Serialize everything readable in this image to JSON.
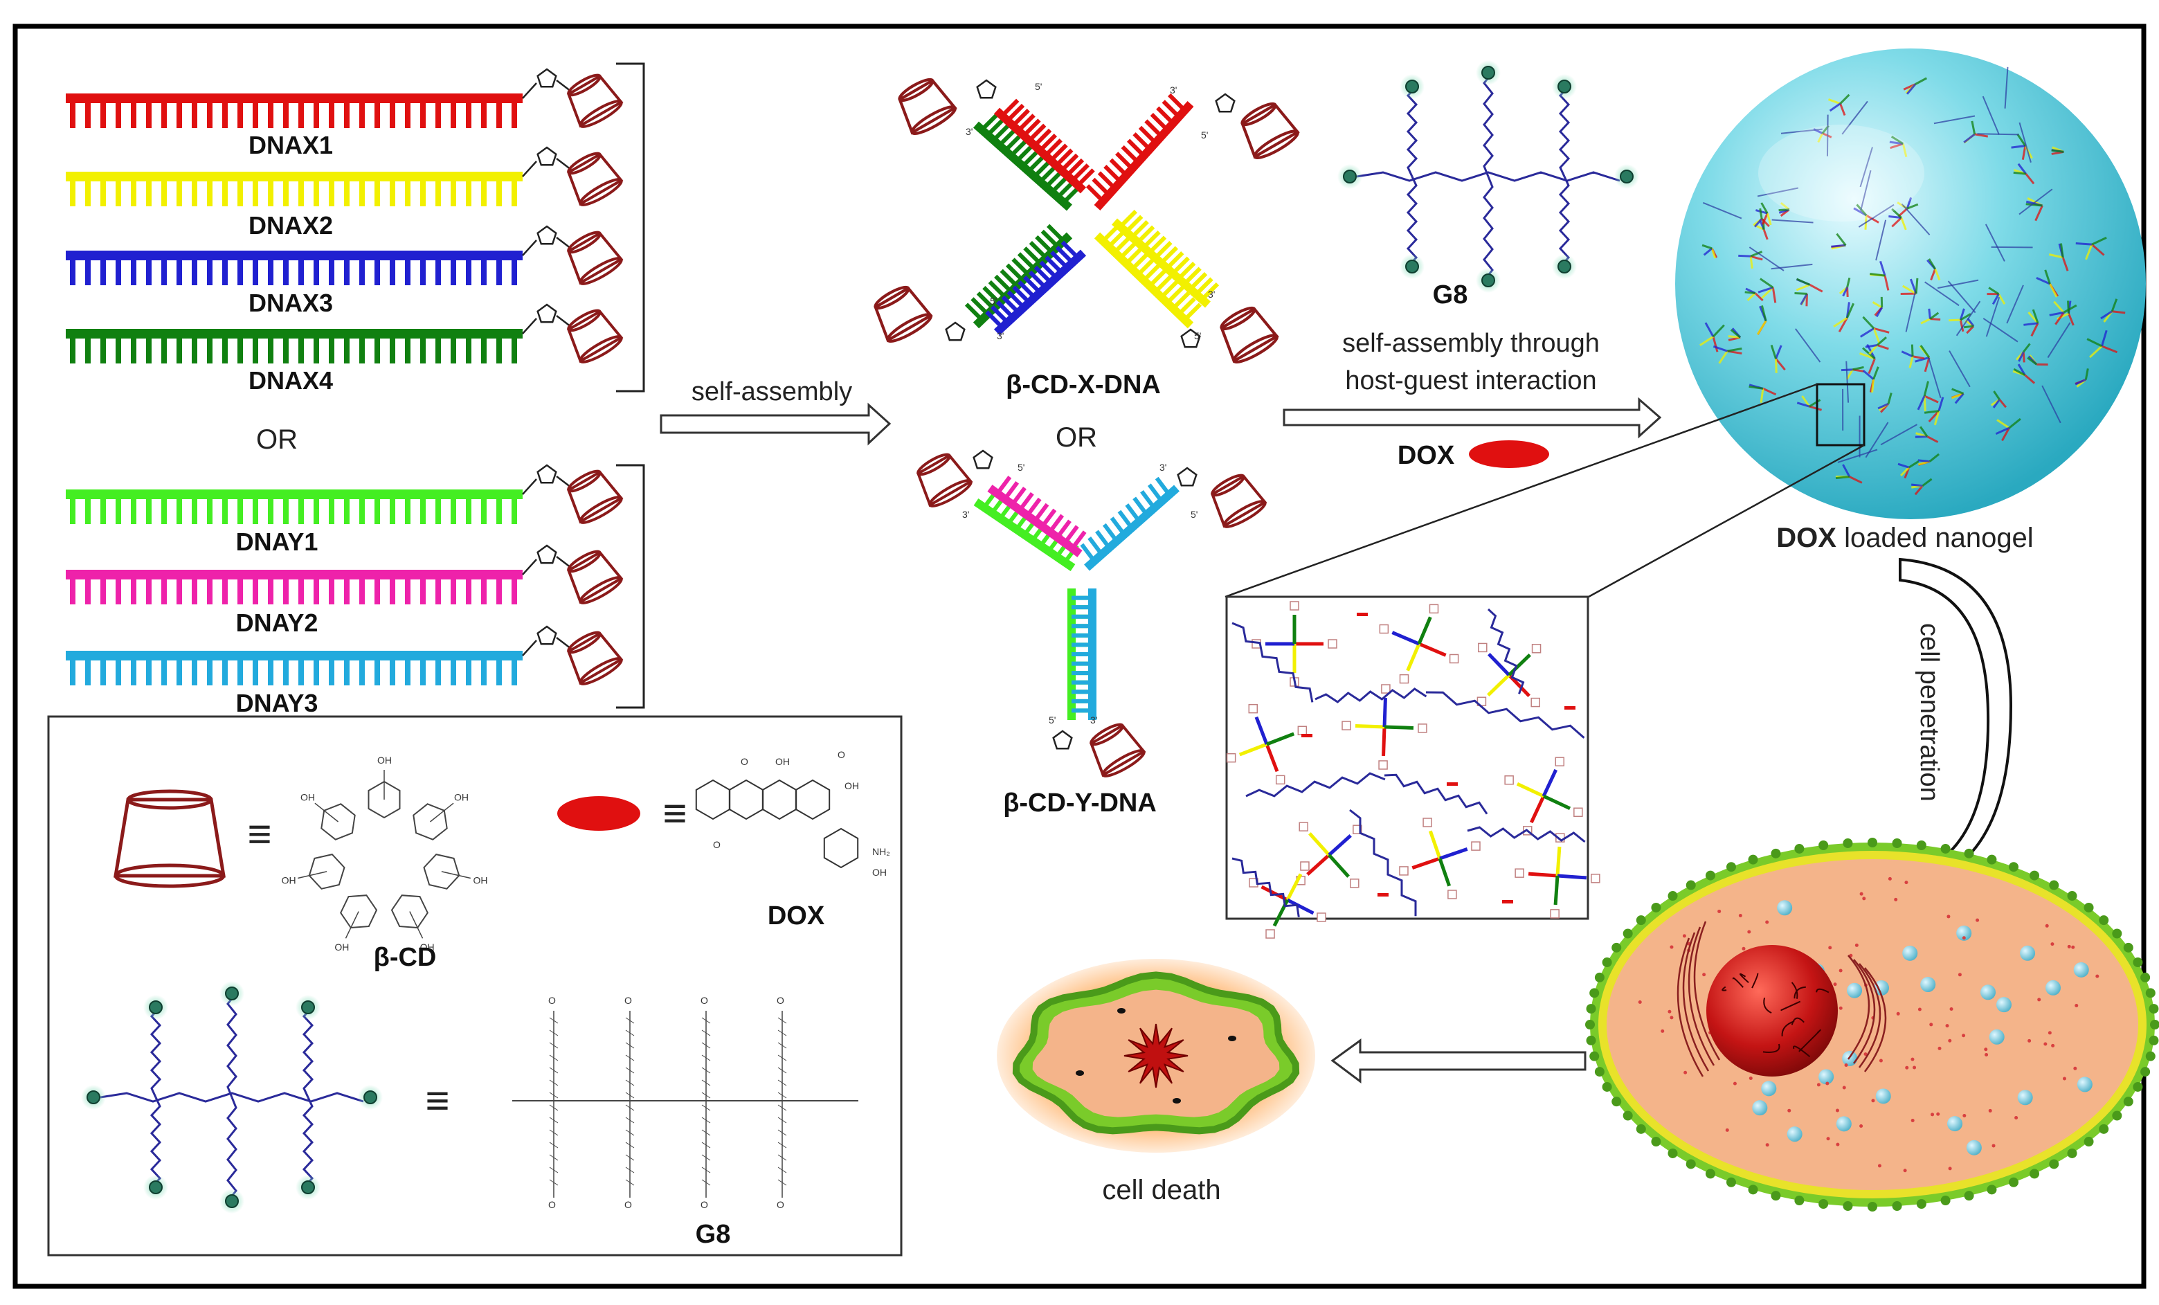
{
  "strands_x": [
    {
      "label": "DNAX1",
      "color": "#e01010"
    },
    {
      "label": "DNAX2",
      "color": "#f2f000"
    },
    {
      "label": "DNAX3",
      "color": "#2020d0"
    },
    {
      "label": "DNAX4",
      "color": "#108010"
    }
  ],
  "or_left": "OR",
  "strands_y": [
    {
      "label": "DNAY1",
      "color": "#44ee22"
    },
    {
      "label": "DNAY2",
      "color": "#ee22aa"
    },
    {
      "label": "DNAY3",
      "color": "#22aadd"
    }
  ],
  "arrow_self_assembly": "self-assembly",
  "x_dna": {
    "label": "β-CD-X-DNA",
    "arm_colors": [
      "#108010",
      "#e01010",
      "#f2f000",
      "#2020d0"
    ],
    "end_labels": [
      "5'",
      "3'",
      "3'",
      "5'",
      "5'",
      "3'",
      "3'",
      "5'"
    ]
  },
  "or_mid": "OR",
  "y_dna": {
    "label": "β-CD-Y-DNA",
    "arm_colors": [
      "#44ee22",
      "#ee22aa",
      "#22aadd"
    ],
    "end_labels": [
      "5'",
      "3'",
      "3'",
      "5'",
      "5'",
      "3'"
    ]
  },
  "g8_label": "G8",
  "host_guest_line1": "self-assembly through",
  "host_guest_line2": "host-guest interaction",
  "dox_label": "DOX",
  "nanogel_bold": "DOX",
  "nanogel_rest": " loaded nanogel",
  "cell_penetration": "cell penetration",
  "cell_death": "cell death",
  "legend": {
    "beta_cd": "β-CD",
    "dox": "DOX",
    "g8": "G8",
    "equiv": "≡",
    "chem_small": [
      "OH",
      "O",
      "NH₂",
      "HO",
      "OH",
      "O",
      "O"
    ]
  },
  "colors": {
    "cd_cup": "#8b1a1a",
    "dox_pill": "#e01010",
    "polymer": "#2a2a9a",
    "adamantane": "#1f8f6f",
    "nanogel": "#66d4e0",
    "membrane": "#7acb2a",
    "cytoplasm": "#f4b48a"
  }
}
